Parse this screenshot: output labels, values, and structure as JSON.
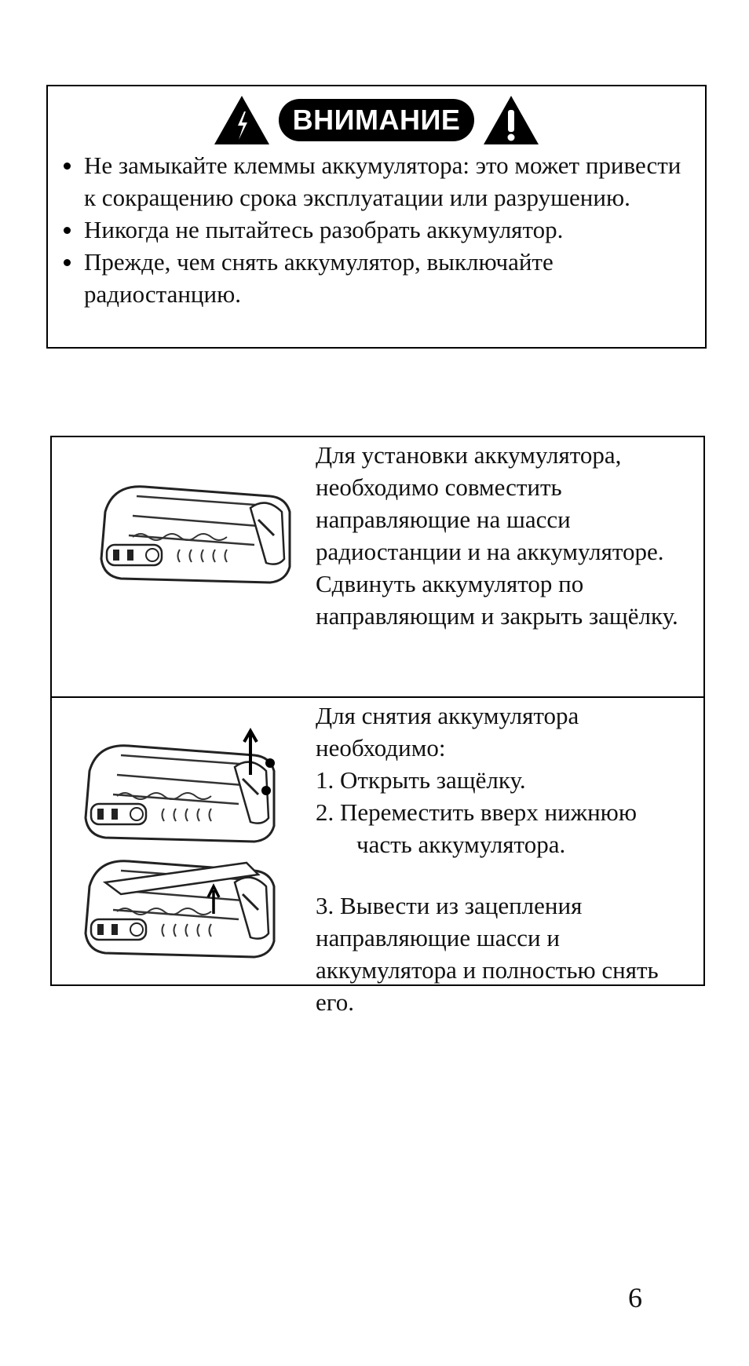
{
  "warning": {
    "title": "ВНИМАНИЕ",
    "items": [
      "Не замыкайте клеммы аккумулятора: это может привести к сокращению срока эксплуатации или разрушению.",
      "Никогда не пытайтесь разобрать аккумулятор.",
      "Прежде, чем снять аккумулятор, выключайте радиостанцию."
    ]
  },
  "install": {
    "text": "Для установки аккумулятора, необходимо совместить направляющие на шасси радиостанции и на аккумуляторе. Сдвинуть аккумулятор по направляющим и закрыть защёлку."
  },
  "remove": {
    "intro": "Для снятия аккумулятора необходимо:",
    "step1": "1. Открыть защёлку.",
    "step2": "2. Переместить вверх нижнюю",
    "step2_cont": "часть аккумулятора.",
    "step3": "3. Вывести из зацепления направляющие шасси и аккумулятора и полностью снять его."
  },
  "page_number": "6"
}
